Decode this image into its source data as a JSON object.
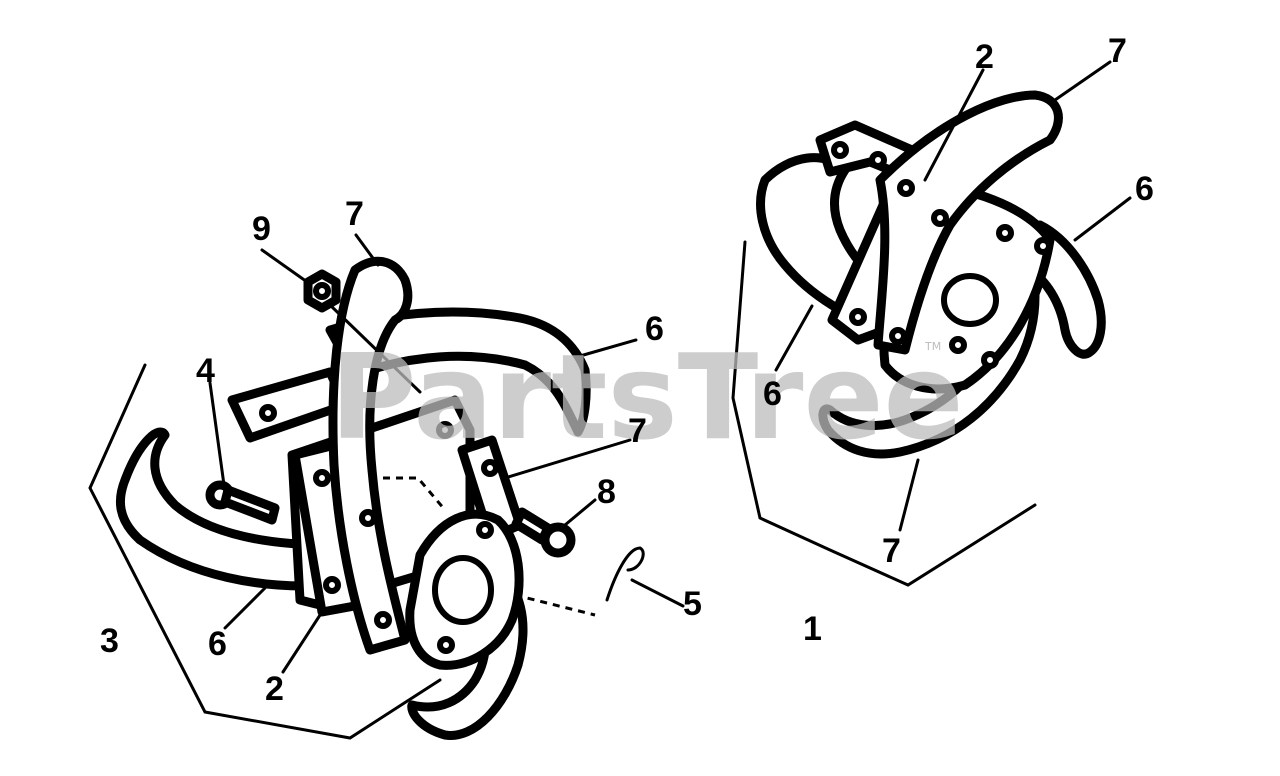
{
  "watermark": {
    "text": "PartsTree",
    "trademark": "TM"
  },
  "callouts": {
    "left_assembly": {
      "nut": "9",
      "tine_top": "7",
      "tine_right": "6",
      "pin": "4",
      "tine_right_lower": "7",
      "bolt": "8",
      "clip": "5",
      "assembly": "3",
      "tine_left": "6",
      "mount_plate": "2"
    },
    "right_assembly": {
      "mount_plate": "2",
      "tine_top": "7",
      "tine_right": "6",
      "tine_left": "6",
      "tine_bottom": "7",
      "assembly": "1"
    }
  },
  "colors": {
    "ink": "#000000",
    "paper": "#ffffff",
    "watermark": "#bdbdbd"
  }
}
